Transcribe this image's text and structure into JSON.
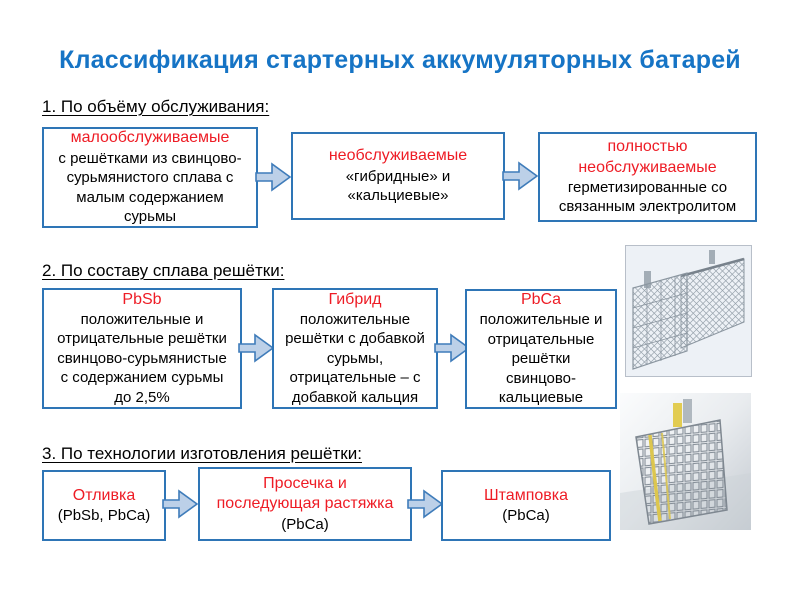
{
  "title": "Классификация стартерных аккумуляторных батарей",
  "colors": {
    "title_blue": "#1674c5",
    "accent_red": "#ee1c25",
    "box_border_blue": "#2e75b6",
    "arrow_fill": "#bcd0e8",
    "arrow_stroke": "#3f7cba"
  },
  "sections": [
    {
      "heading": "1. По объёму обслуживания:",
      "boxes": [
        {
          "title": "малообслуживаемые",
          "body": "с решётками из свинцово-\nсурьмянистого сплава с\nмалым содержанием\nсурьмы"
        },
        {
          "title": "необслуживаемые",
          "body": "«гибридные» и\n«кальциевые»"
        },
        {
          "title": "полностью\nнеобслуживаемые",
          "body": "герметизированные со\nсвязанным электролитом"
        }
      ]
    },
    {
      "heading": "2. По составу сплава решётки:",
      "boxes": [
        {
          "title": "PbSb",
          "body": "положительные и\nотрицательные решётки\nсвинцово-сурьмянистые\nс содержанием сурьмы\nдо 2,5%"
        },
        {
          "title": "Гибрид",
          "body": "положительные\nрешётки с добавкой\nсурьмы,\nотрицательные – с\nдобавкой кальция"
        },
        {
          "title": "PbCa",
          "body": "положительные и\nотрицательные\nрешётки\nсвинцово-\nкальциевые"
        }
      ]
    },
    {
      "heading": "3. По технологии изготовления решётки:",
      "boxes": [
        {
          "title": "Отливка",
          "body": "(PbSb, PbCa)"
        },
        {
          "title": "Просечка и\nпоследующая растяжка",
          "body": "(PbCa)"
        },
        {
          "title": "Штамповка",
          "body": "(PbCa)"
        }
      ]
    }
  ],
  "figures": [
    {
      "name": "cast-mesh-battery-grids-photo"
    },
    {
      "name": "expanded-metal-battery-grid-photo"
    }
  ]
}
